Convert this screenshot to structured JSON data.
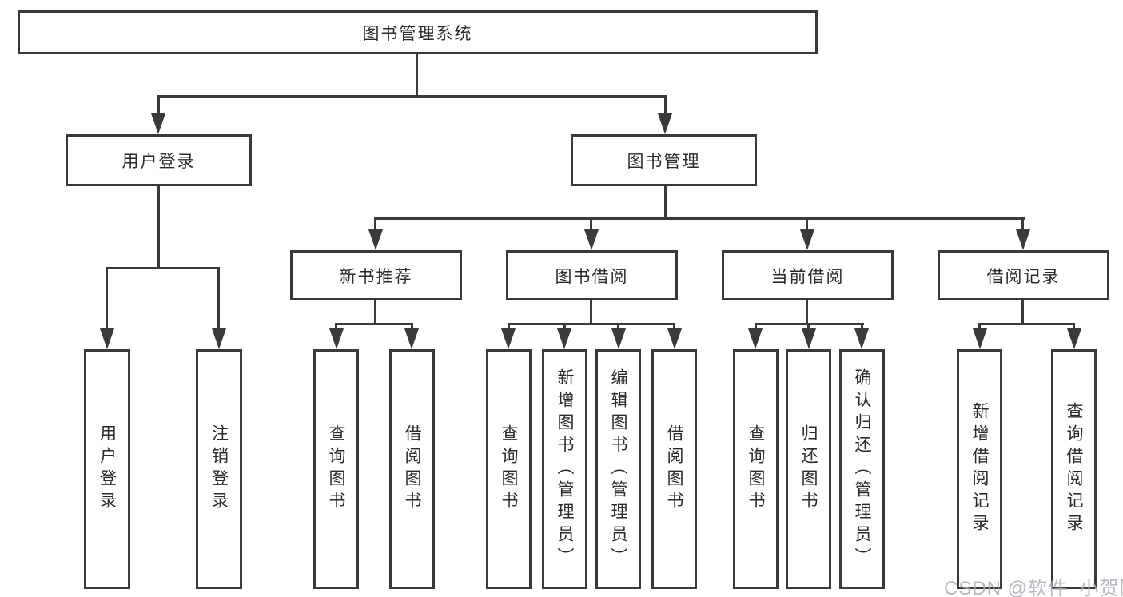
{
  "diagram": {
    "title": "图书管理系统",
    "colors": {
      "line": "#3a3a3a",
      "text": "#2b2b2b",
      "watermark": "#a9adb8",
      "background": "#ffffff"
    },
    "nodes": {
      "root": {
        "label": "图书管理系统"
      },
      "level1": [
        {
          "label": "用户登录"
        },
        {
          "label": "图书管理"
        }
      ],
      "level2": [
        {
          "label": "新书推荐"
        },
        {
          "label": "图书借阅"
        },
        {
          "label": "当前借阅"
        },
        {
          "label": "借阅记录"
        }
      ],
      "leaves": [
        {
          "label": "用户登录",
          "parent": "用户登录"
        },
        {
          "label": "注销登录",
          "parent": "用户登录"
        },
        {
          "label": "查询图书",
          "parent": "新书推荐"
        },
        {
          "label": "借阅图书",
          "parent": "新书推荐"
        },
        {
          "label": "查询图书",
          "parent": "图书借阅"
        },
        {
          "label": "新增图书（管理员）",
          "parent": "图书借阅"
        },
        {
          "label": "编辑图书（管理员）",
          "parent": "图书借阅"
        },
        {
          "label": "借阅图书",
          "parent": "图书借阅"
        },
        {
          "label": "查询图书",
          "parent": "当前借阅"
        },
        {
          "label": "归还图书",
          "parent": "当前借阅"
        },
        {
          "label": "确认归还（管理员）",
          "parent": "当前借阅"
        },
        {
          "label": "新增借阅记录",
          "parent": "借阅记录"
        },
        {
          "label": "查询借阅记录",
          "parent": "借阅记录"
        }
      ]
    },
    "watermark": {
      "text": "CSDN @软件_小贺同学"
    }
  }
}
